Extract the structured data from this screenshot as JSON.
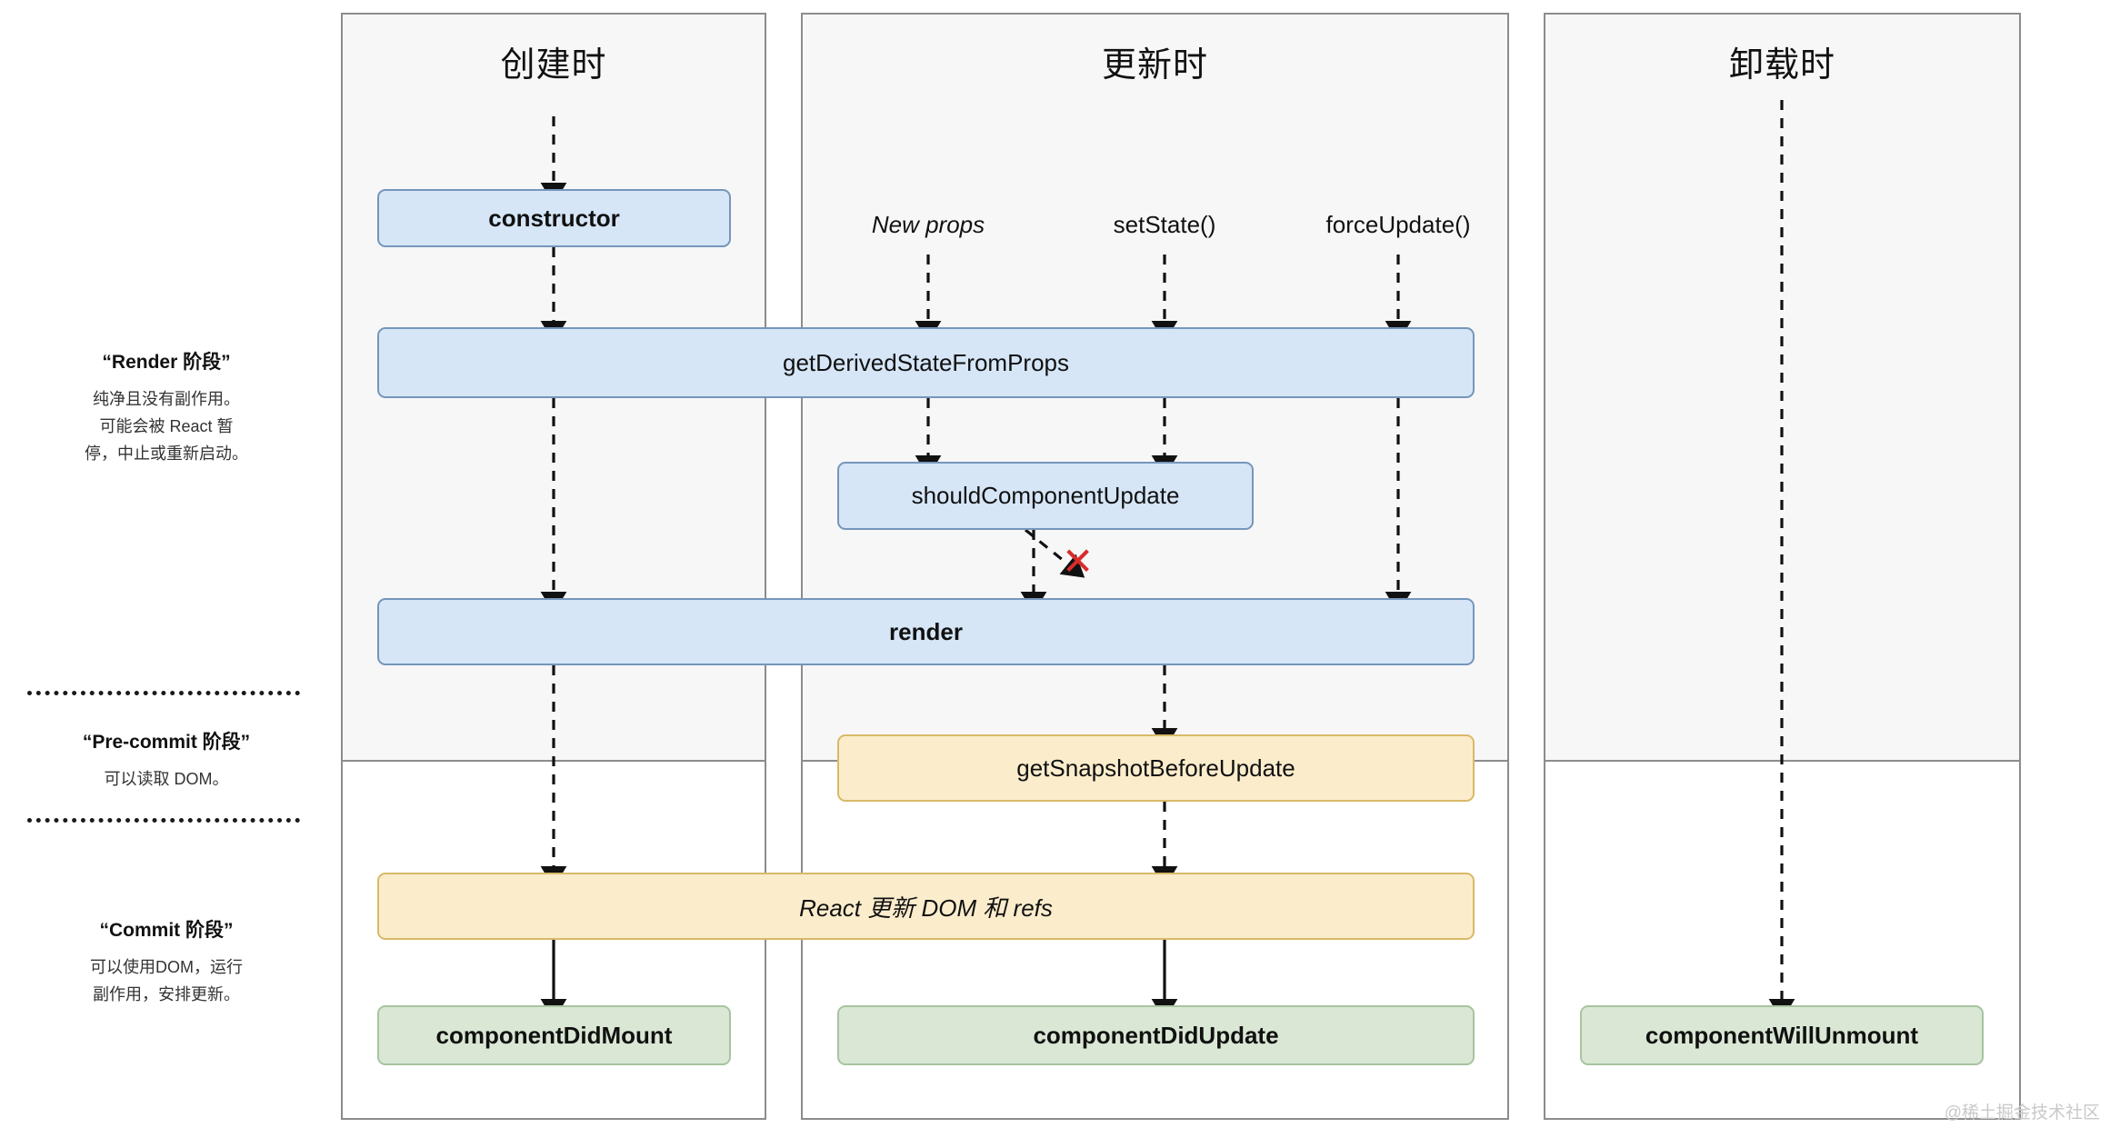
{
  "diagram": {
    "title_mount": "创建时",
    "title_update": "更新时",
    "title_unmount": "卸载时",
    "watermark": "@稀土掘金技术社区"
  },
  "phases": [
    {
      "id": "render",
      "title": "“Render 阶段”",
      "desc_line1": "纯净且没有副作用。",
      "desc_line2": "可能会被 React 暂",
      "desc_line3": "停，中止或重新启动。"
    },
    {
      "id": "pre-commit",
      "title": "“Pre-commit 阶段”",
      "desc_line1": "可以读取 DOM。",
      "desc_line2": "",
      "desc_line3": ""
    },
    {
      "id": "commit",
      "title": "“Commit 阶段”",
      "desc_line1": "可以使用DOM，运行",
      "desc_line2": "副作用，安排更新。",
      "desc_line3": ""
    }
  ],
  "triggers": [
    {
      "id": "new-props",
      "label": "New props",
      "style": "italic"
    },
    {
      "id": "set-state",
      "label": "setState()",
      "style": "normal"
    },
    {
      "id": "force-update",
      "label": "forceUpdate()",
      "style": "normal"
    }
  ],
  "nodes": {
    "constructor": "constructor",
    "get_derived_state": "getDerivedStateFromProps",
    "should_component_update": "shouldComponentUpdate",
    "render": "render",
    "get_snapshot": "getSnapshotBeforeUpdate",
    "react_updates_dom": "React 更新 DOM 和 refs",
    "component_did_mount": "componentDidMount",
    "component_did_update": "componentDidUpdate",
    "component_will_unmount": "componentWillUnmount"
  },
  "markers": {
    "skip_render": "✕"
  },
  "colors": {
    "blue_fill": "#d6e6f7",
    "blue_border": "#7596bb",
    "yellow_fill": "#fbeccc",
    "yellow_border": "#d9b968",
    "green_fill": "#d9e7d4",
    "green_border": "#a7c4a0",
    "panel_bg": "#f7f7f7",
    "panel_border": "#8c8c8c",
    "skip_red": "#d92b2b"
  }
}
